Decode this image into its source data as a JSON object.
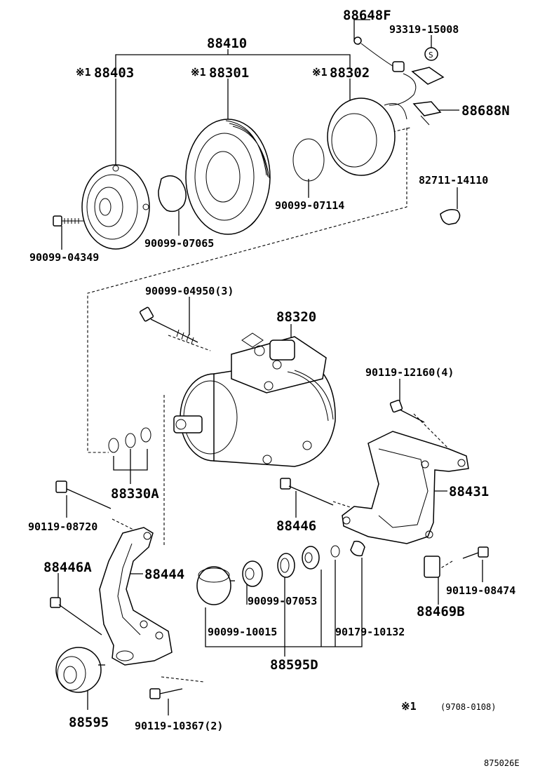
{
  "diagram_id": "875026E",
  "note": {
    "mark": "※1",
    "range": "(9708-0108)"
  },
  "labels": {
    "p88648F": "88648F",
    "p93319": "93319-15008",
    "p88410": "88410",
    "p88403": "88403",
    "p88301": "88301",
    "p88302": "88302",
    "p88688N": "88688N",
    "p82711": "82711-14110",
    "p90099_07114": "90099-07114",
    "p90099_07065": "90099-07065",
    "p90099_04349": "90099-04349",
    "p90099_04950": "90099-04950(3)",
    "p88320": "88320",
    "p90119_12160": "90119-12160(4)",
    "p88330A": "88330A",
    "p88431": "88431",
    "p90119_08720": "90119-08720",
    "p88446": "88446",
    "p88446A": "88446A",
    "p88444": "88444",
    "p90119_08474": "90119-08474",
    "p90099_07053": "90099-07053",
    "p88469B": "88469B",
    "p90099_10015": "90099-10015",
    "p90179_10132": "90179-10132",
    "p88595D": "88595D",
    "p88595": "88595",
    "p90119_10367": "90119-10367(2)"
  },
  "markers": {
    "m88403": "※1",
    "m88301": "※1",
    "m88302": "※1"
  }
}
